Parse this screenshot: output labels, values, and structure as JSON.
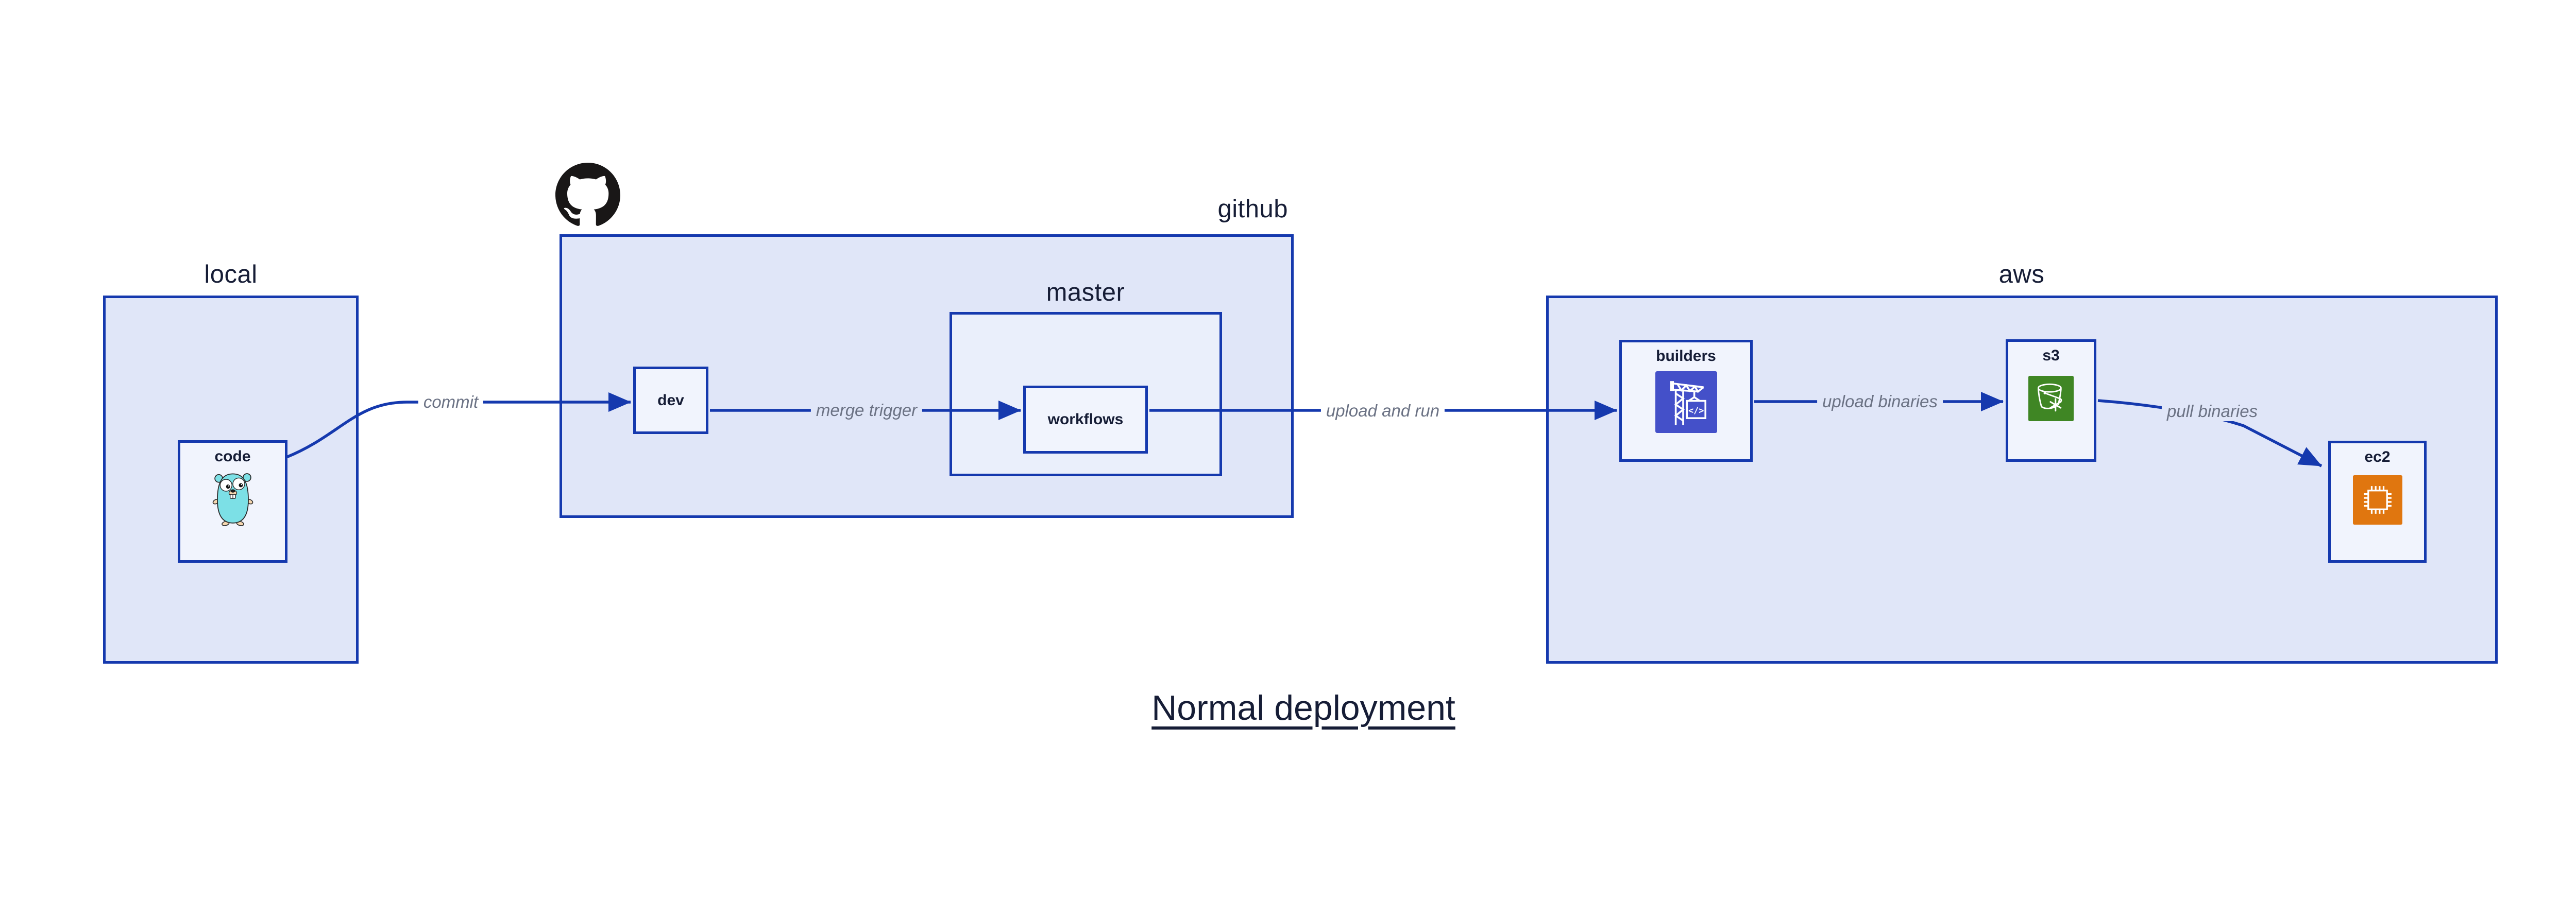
{
  "title": {
    "text": "Normal deployment"
  },
  "containers": {
    "local": {
      "label": "local"
    },
    "github": {
      "label": "github",
      "icon": "github-octocat-icon"
    },
    "master": {
      "label": "master"
    },
    "aws": {
      "label": "aws"
    }
  },
  "nodes": {
    "code": {
      "label": "code",
      "icon": "go-gopher-icon"
    },
    "dev": {
      "label": "dev"
    },
    "workflows": {
      "label": "workflows"
    },
    "builders": {
      "label": "builders",
      "icon": "codebuild-crane-icon"
    },
    "s3": {
      "label": "s3",
      "icon": "s3-glacier-bucket-icon"
    },
    "ec2": {
      "label": "ec2",
      "icon": "ec2-chip-icon"
    }
  },
  "edges": [
    {
      "from": "code",
      "to": "dev",
      "label": "commit"
    },
    {
      "from": "dev",
      "to": "workflows",
      "label": "merge trigger"
    },
    {
      "from": "workflows",
      "to": "builders",
      "label": "upload and run"
    },
    {
      "from": "builders",
      "to": "s3",
      "label": "upload binaries"
    },
    {
      "from": "s3",
      "to": "ec2",
      "label": "pull binaries"
    }
  ],
  "colors": {
    "canvas-bg": "#ffffff",
    "container-fill": "#e0e6f8",
    "master-fill": "#eaeffb",
    "node-fill": "#f1f4fd",
    "stroke-blue": "#1539ae",
    "label-dark": "#161d36",
    "edge-label-gray": "#6b7284",
    "github-black": "#191717",
    "gopher-teal": "#7ce0e6",
    "gopher-skin": "#f6d7b0",
    "codebuild-indigo": "#4450c9",
    "s3-green": "#3f8624",
    "ec2-orange": "#e0760f"
  }
}
